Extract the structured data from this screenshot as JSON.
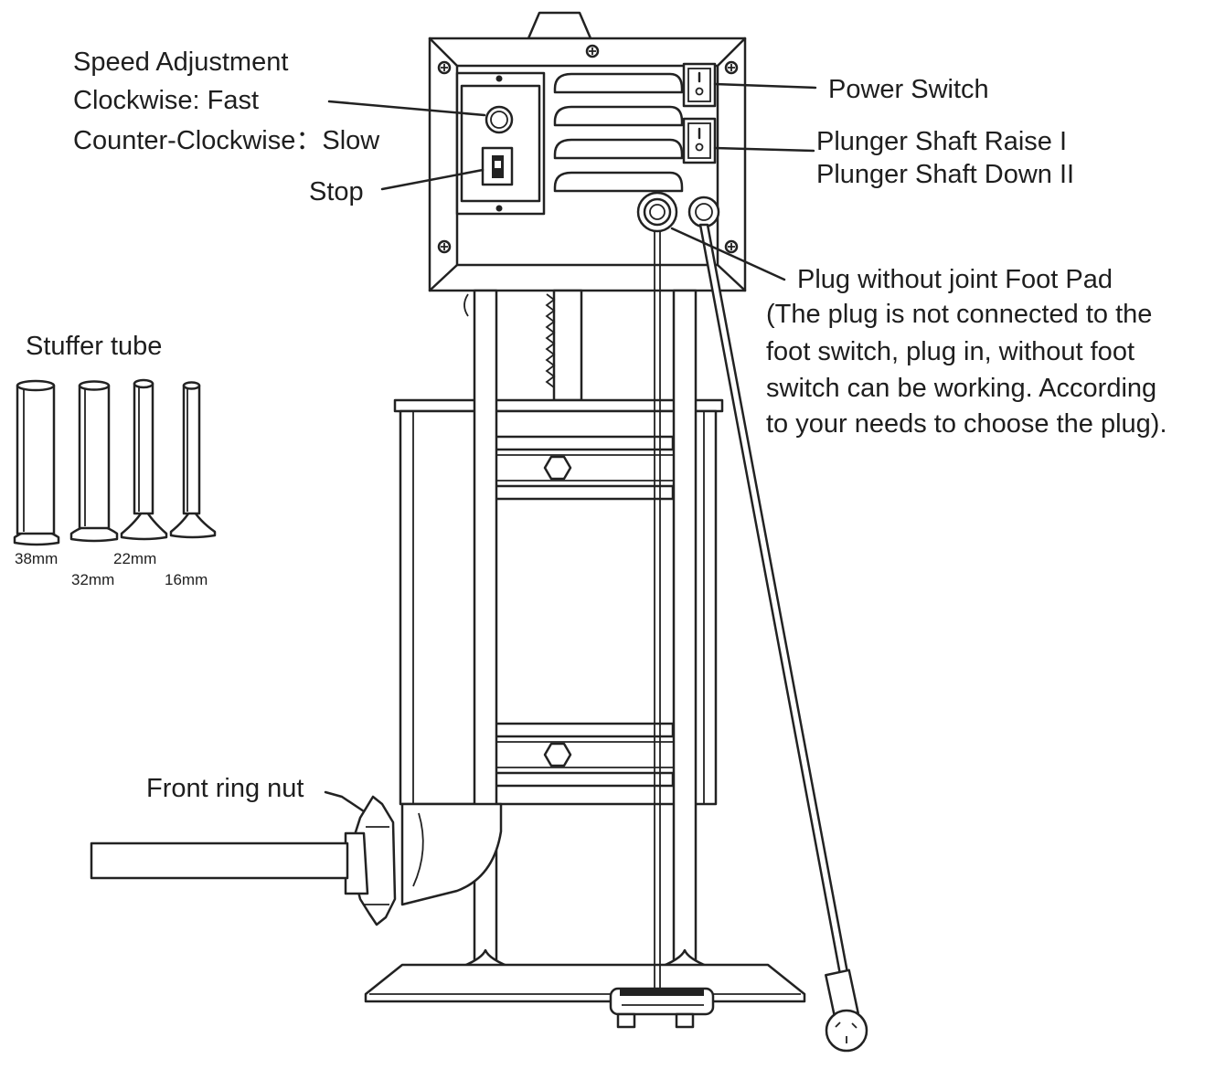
{
  "labels": {
    "speed_line1": "Speed Adjustment",
    "speed_line2": "Clockwise: Fast",
    "speed_line3": "Counter-Clockwise：Slow",
    "stop": "Stop",
    "power_switch": "Power Switch",
    "plunger_raise": "Plunger Shaft Raise I",
    "plunger_down": "Plunger Shaft Down II",
    "plug_line1": "Plug without joint Foot Pad",
    "plug_line2": "(The plug is not connected to the",
    "plug_line3": "foot switch, plug in, without foot",
    "plug_line4": "switch can be working. According",
    "plug_line5": "to your needs to choose the plug).",
    "stuffer_tube": "Stuffer tube",
    "front_ring_nut": "Front ring nut"
  },
  "tube_sizes": [
    "38mm",
    "32mm",
    "22mm",
    "16mm"
  ]
}
